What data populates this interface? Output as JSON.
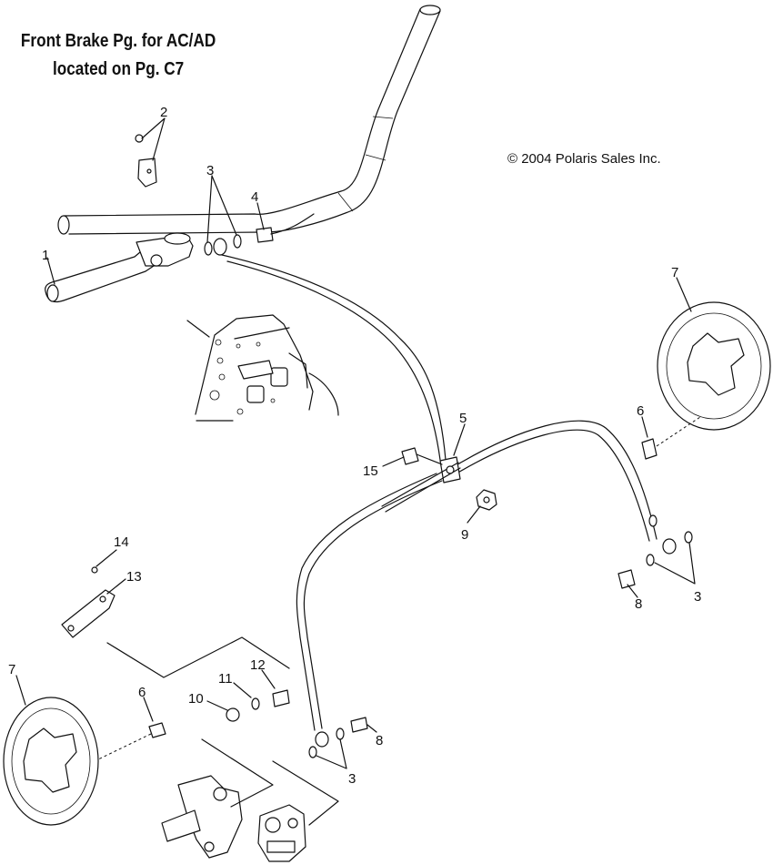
{
  "header": {
    "line1": "Front Brake Pg. for AC/AD",
    "line2": "located on Pg. C7"
  },
  "copyright": "© 2004 Polaris Sales Inc.",
  "callouts": [
    {
      "id": "c1",
      "text": "1"
    },
    {
      "id": "c2",
      "text": "2"
    },
    {
      "id": "c3a",
      "text": "3"
    },
    {
      "id": "c3b",
      "text": "3"
    },
    {
      "id": "c3c",
      "text": "3"
    },
    {
      "id": "c4",
      "text": "4"
    },
    {
      "id": "c5",
      "text": "5"
    },
    {
      "id": "c6a",
      "text": "6"
    },
    {
      "id": "c6b",
      "text": "6"
    },
    {
      "id": "c7a",
      "text": "7"
    },
    {
      "id": "c7b",
      "text": "7"
    },
    {
      "id": "c8a",
      "text": "8"
    },
    {
      "id": "c8b",
      "text": "8"
    },
    {
      "id": "c9",
      "text": "9"
    },
    {
      "id": "c10",
      "text": "10"
    },
    {
      "id": "c11",
      "text": "11"
    },
    {
      "id": "c12",
      "text": "12"
    },
    {
      "id": "c13",
      "text": "13"
    },
    {
      "id": "c14",
      "text": "14"
    },
    {
      "id": "c15",
      "text": "15"
    }
  ]
}
